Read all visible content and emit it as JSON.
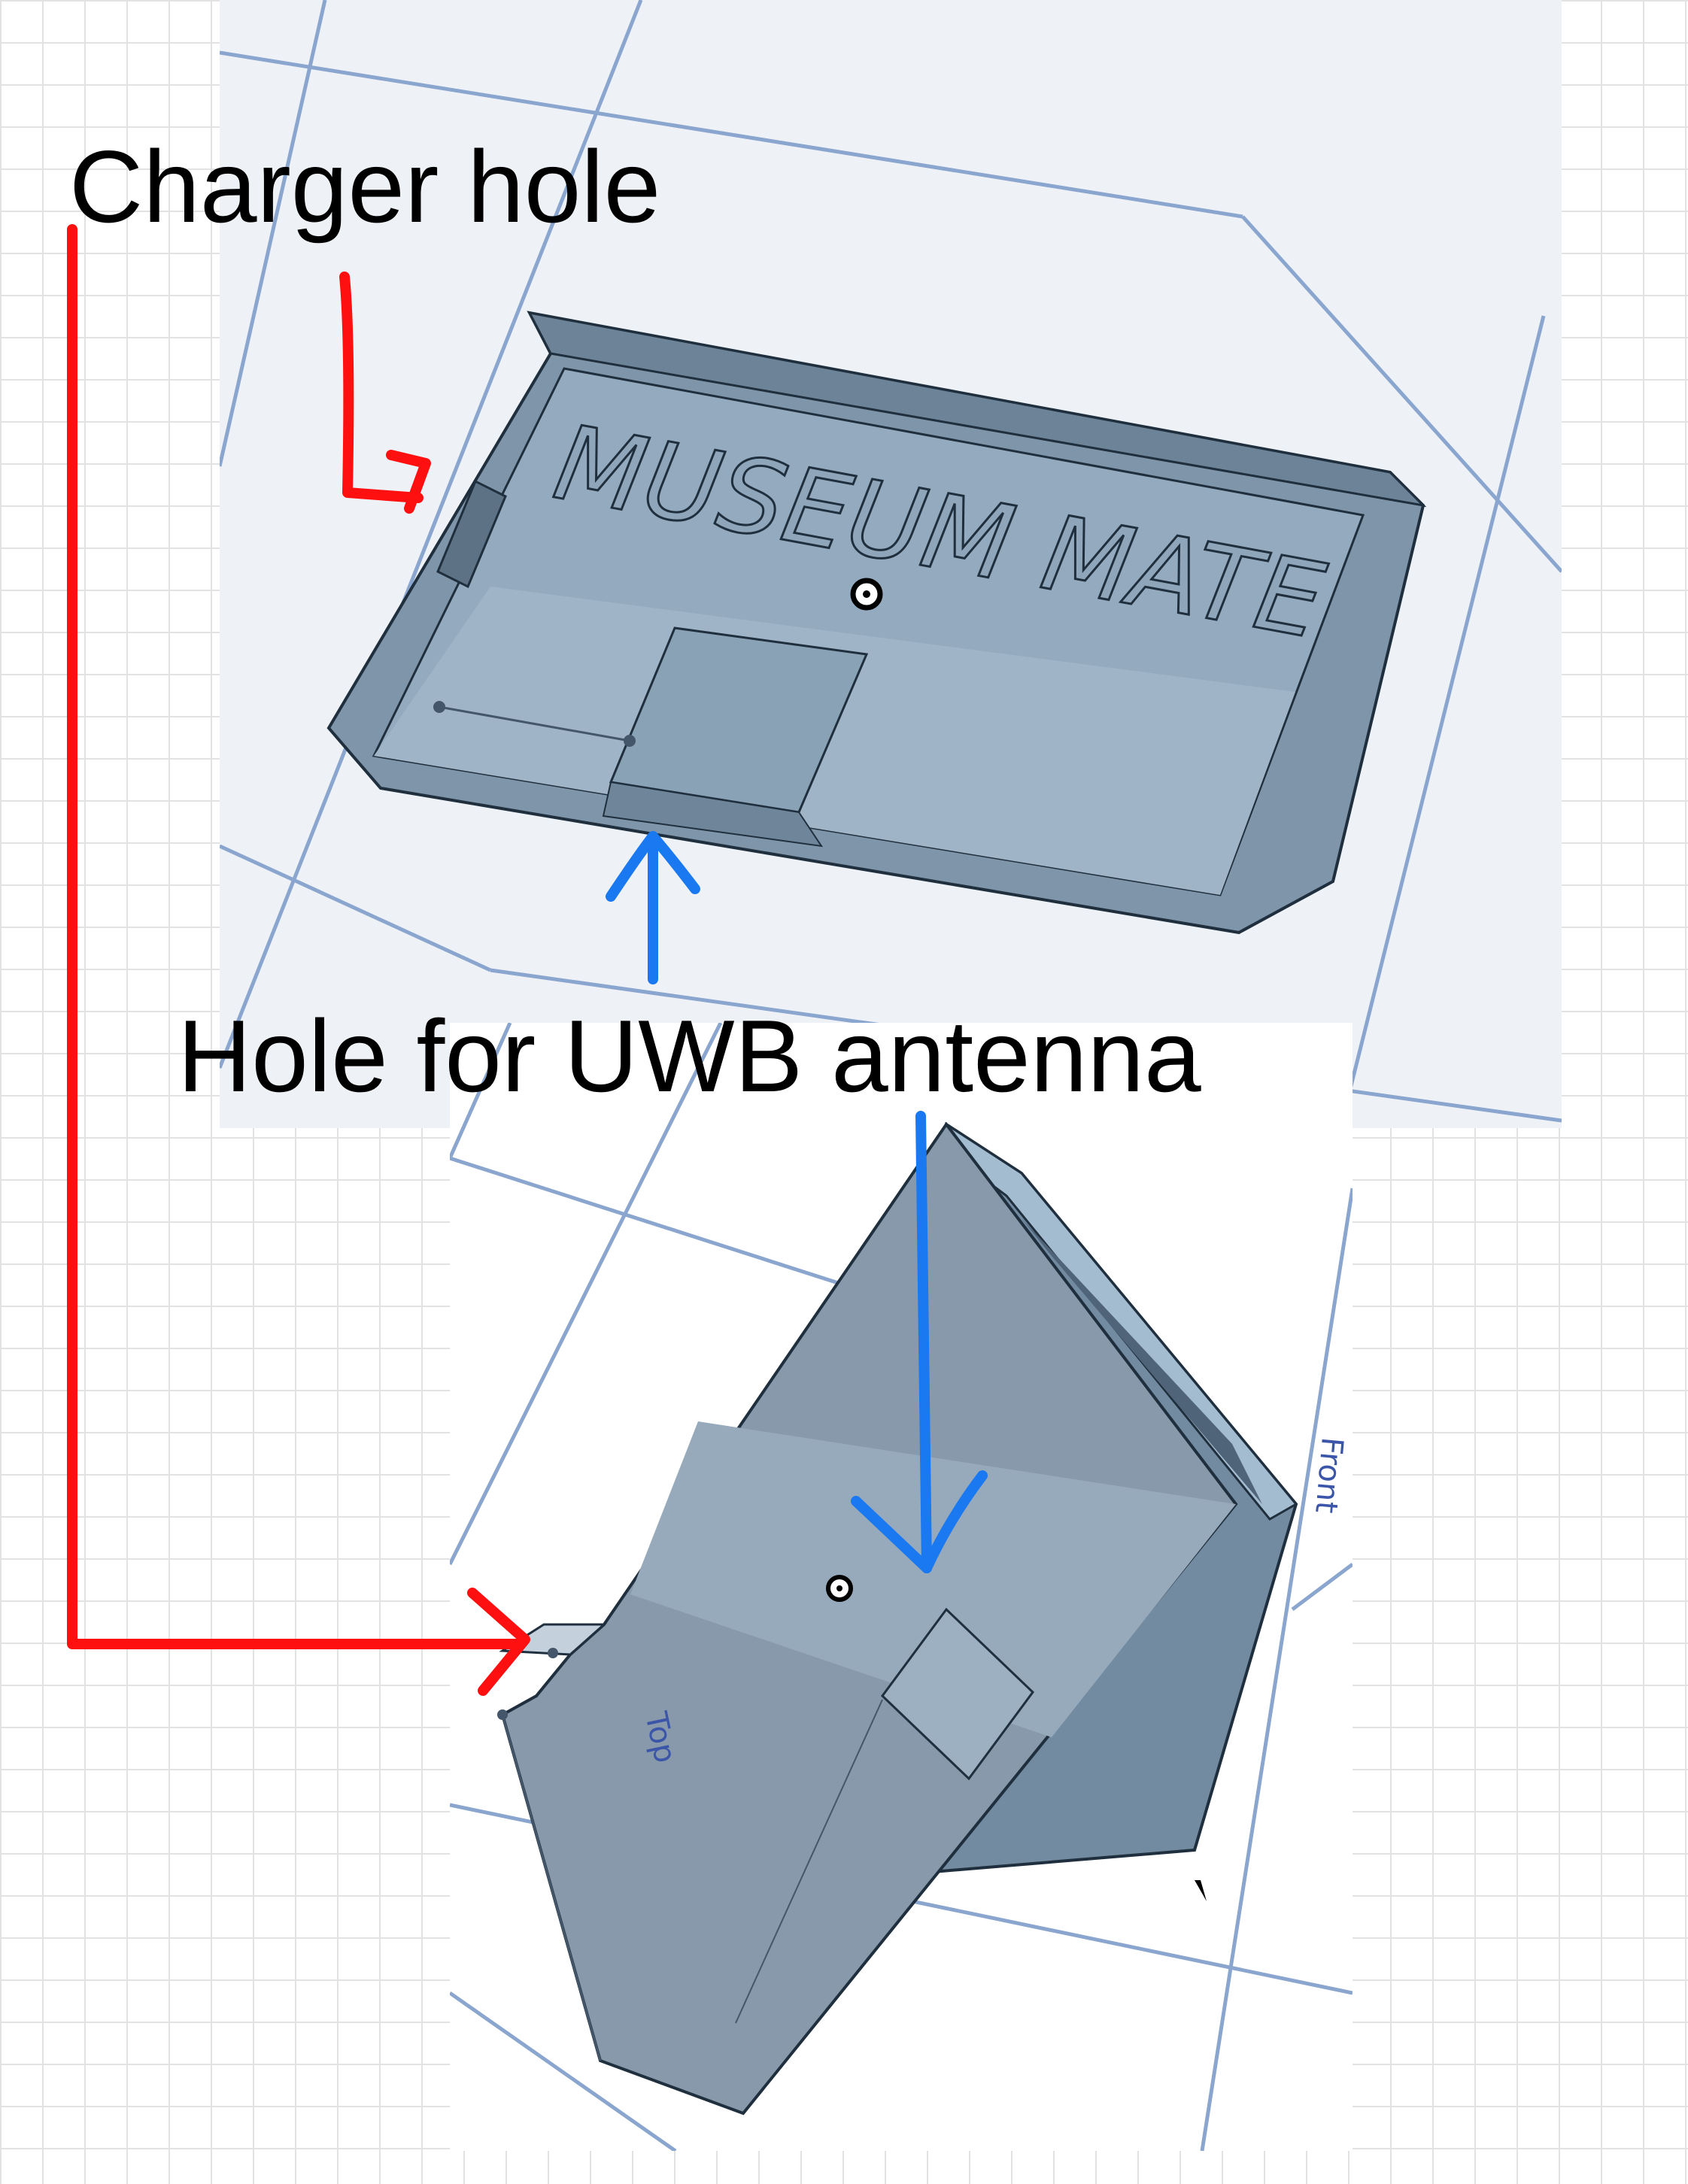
{
  "annotations": {
    "charger_hole": {
      "label": "Charger hole",
      "arrow_color": "#ff1010"
    },
    "antenna_hole": {
      "label": "Hole for UWB antenna",
      "arrow_color": "#1a78f0"
    }
  },
  "top_view": {
    "engraving": "MUSEUM MATE",
    "model_color": "#8fa6ba",
    "grid_line_color": "#8aa6cf"
  },
  "bottom_view": {
    "face_labels": [
      "Top",
      "Front"
    ],
    "model_color": "#8799ab"
  }
}
